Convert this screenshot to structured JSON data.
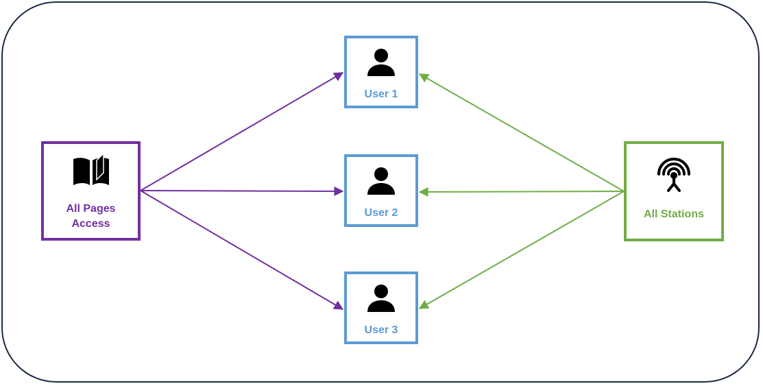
{
  "nodes": {
    "all_pages": {
      "label_line1": "All Pages",
      "label_line2": "Access",
      "icon": "book-icon"
    },
    "all_stations": {
      "label": "All Stations",
      "icon": "antenna-icon"
    },
    "users": [
      {
        "label": "User 1",
        "icon": "user-icon"
      },
      {
        "label": "User 2",
        "icon": "user-icon"
      },
      {
        "label": "User 3",
        "icon": "user-icon"
      }
    ]
  },
  "colors": {
    "frame": "#1a2a44",
    "pages": "#7030a0",
    "stations": "#70ad47",
    "users": "#5b9bd5"
  }
}
